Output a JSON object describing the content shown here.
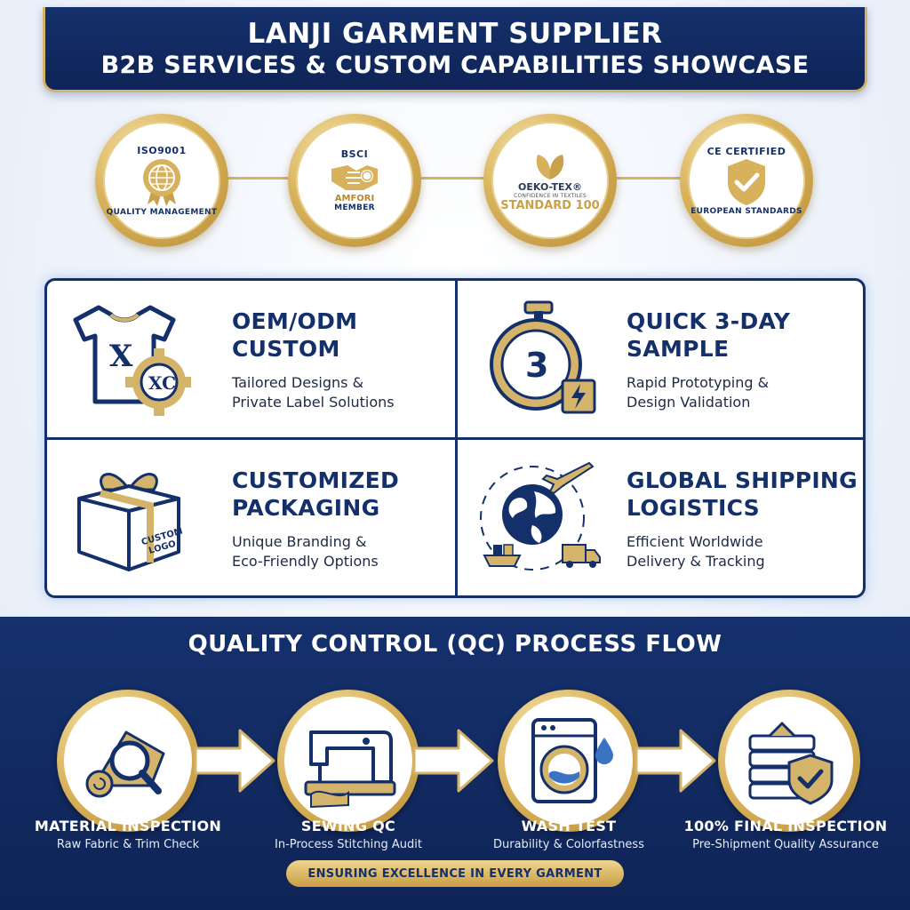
{
  "header": {
    "title": "LANJI GARMENT SUPPLIER",
    "subtitle": "B2B SERVICES & CUSTOM CAPABILITIES SHOWCASE"
  },
  "certifications": [
    {
      "top": "ISO9001",
      "bottom": "QUALITY MANAGEMENT",
      "icon": "globe-rosette-icon"
    },
    {
      "top": "BSCI",
      "middle": "AMFORI",
      "bottom": "MEMBER",
      "icon": "handshake-icon"
    },
    {
      "top": "OEKO-TEX®",
      "small": "CONFIDENCE IN TEXTILES",
      "bottom": "STANDARD 100",
      "icon": "leaf-icon"
    },
    {
      "top": "CE CERTIFIED",
      "bottom": "EUROPEAN STANDARDS",
      "icon": "shield-check-icon"
    }
  ],
  "services": [
    {
      "title_line1": "OEM/ODM",
      "title_line2": "CUSTOM",
      "desc_line1": "Tailored Designs &",
      "desc_line2": "Private Label Solutions",
      "icon": "tshirt-gear-icon"
    },
    {
      "title_line1": "QUICK 3-DAY",
      "title_line2": "SAMPLE",
      "desc_line1": "Rapid Prototyping &",
      "desc_line2": "Design Validation",
      "icon": "stopwatch-icon",
      "icon_text": "3"
    },
    {
      "title_line1": "CUSTOMIZED",
      "title_line2": "PACKAGING",
      "desc_line1": "Unique Branding &",
      "desc_line2": "Eco-Friendly Options",
      "icon": "gift-box-icon",
      "icon_text_1": "CUSTOM",
      "icon_text_2": "LOGO"
    },
    {
      "title_line1": "GLOBAL SHIPPING",
      "title_line2": "LOGISTICS",
      "desc_line1": "Efficient Worldwide",
      "desc_line2": "Delivery & Tracking",
      "icon": "globe-shipping-icon"
    }
  ],
  "qc": {
    "title": "QUALITY CONTROL (QC) PROCESS FLOW",
    "steps": [
      {
        "name": "MATERIAL INSPECTION",
        "desc": "Raw Fabric & Trim Check",
        "icon": "fabric-magnifier-icon"
      },
      {
        "name": "SEWING QC",
        "desc": "In-Process Stitching Audit",
        "icon": "sewing-machine-icon"
      },
      {
        "name": "WASH TEST",
        "desc": "Durability & Colorfastness",
        "icon": "washing-machine-icon"
      },
      {
        "name": "100% FINAL INSPECTION",
        "desc": "Pre-Shipment Quality Assurance",
        "icon": "folded-shirts-shield-icon"
      }
    ],
    "footer": "ENSURING EXCELLENCE IN EVERY GARMENT"
  },
  "colors": {
    "navy": "#14306b",
    "gold": "#d4b46a",
    "white": "#ffffff"
  }
}
